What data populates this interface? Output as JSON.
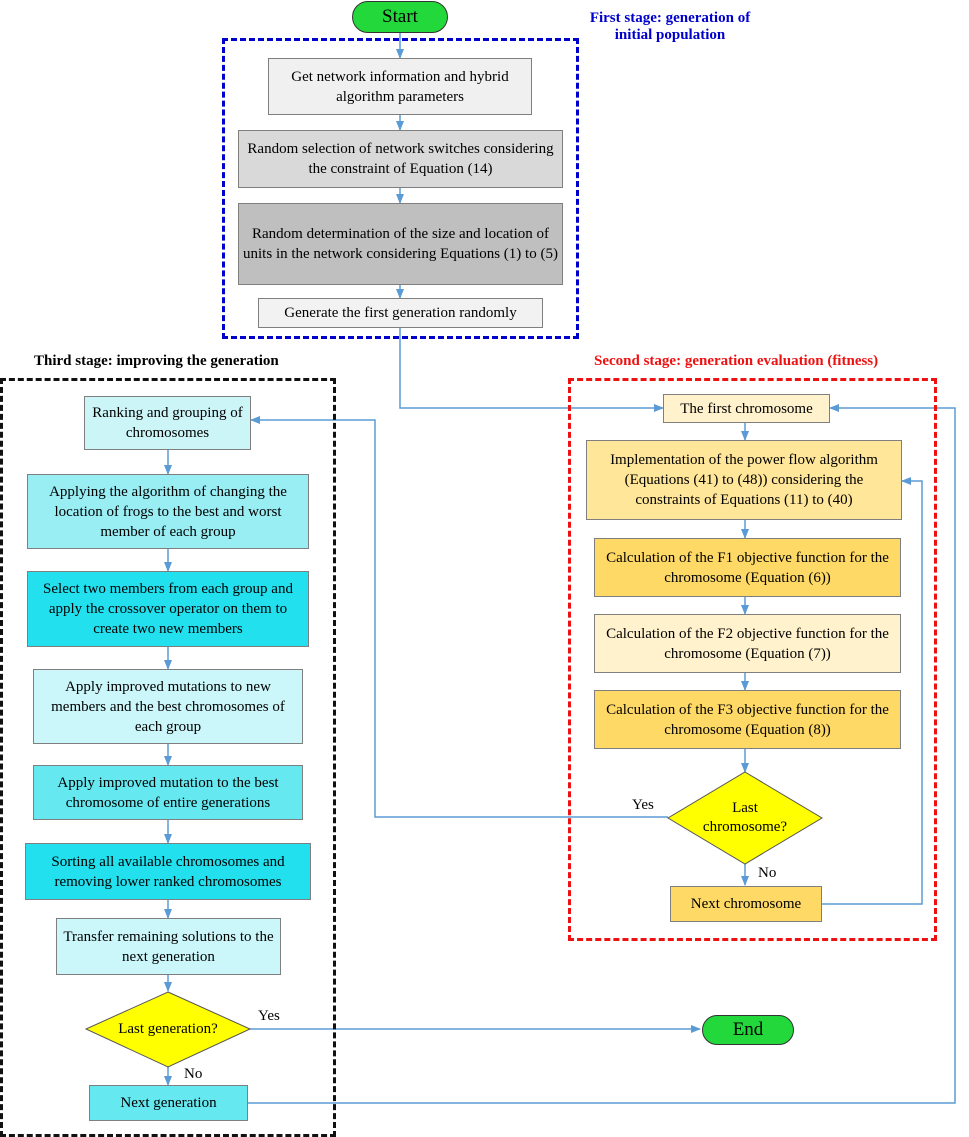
{
  "start_label": "Start",
  "end_label": "End",
  "stage1": {
    "title_line1": "First stage: generation of",
    "title_line2": "initial population",
    "color": "#0000cc",
    "boxes": [
      "Get network information and hybrid algorithm parameters",
      "Random selection of network switches considering the constraint of Equation (14)",
      "Random determination of the size and location of units in the network considering Equations (1) to (5)",
      "Generate the first generation randomly"
    ]
  },
  "stage2": {
    "title": "Second stage: generation evaluation (fitness)",
    "color": "#ee1111",
    "boxes": [
      "The first chromosome",
      "Implementation of the power flow algorithm (Equations (41) to (48)) considering the constraints of Equations (11) to (40)",
      "Calculation of the F1 objective function for the chromosome (Equation (6))",
      "Calculation of the F2 objective function for the chromosome (Equation (7))",
      "Calculation of the F3 objective function for the chromosome (Equation (8))"
    ],
    "decision": "Last chromosome?",
    "yes": "Yes",
    "no": "No",
    "next": "Next chromosome"
  },
  "stage3": {
    "title": "Third stage: improving the generation",
    "color": "#000000",
    "boxes": [
      "Ranking and grouping of chromosomes",
      "Applying the algorithm of changing the location of frogs to the best and worst member of each group",
      "Select two members from each group and apply the crossover operator on them to create two new members",
      "Apply improved mutations to new members and the best chromosomes of each group",
      "Apply improved mutation to the best chromosome of entire generations",
      "Sorting all available chromosomes and removing lower ranked chromosomes",
      "Transfer remaining solutions to the next generation"
    ],
    "decision": "Last generation?",
    "yes": "Yes",
    "no": "No",
    "next": "Next generation"
  }
}
